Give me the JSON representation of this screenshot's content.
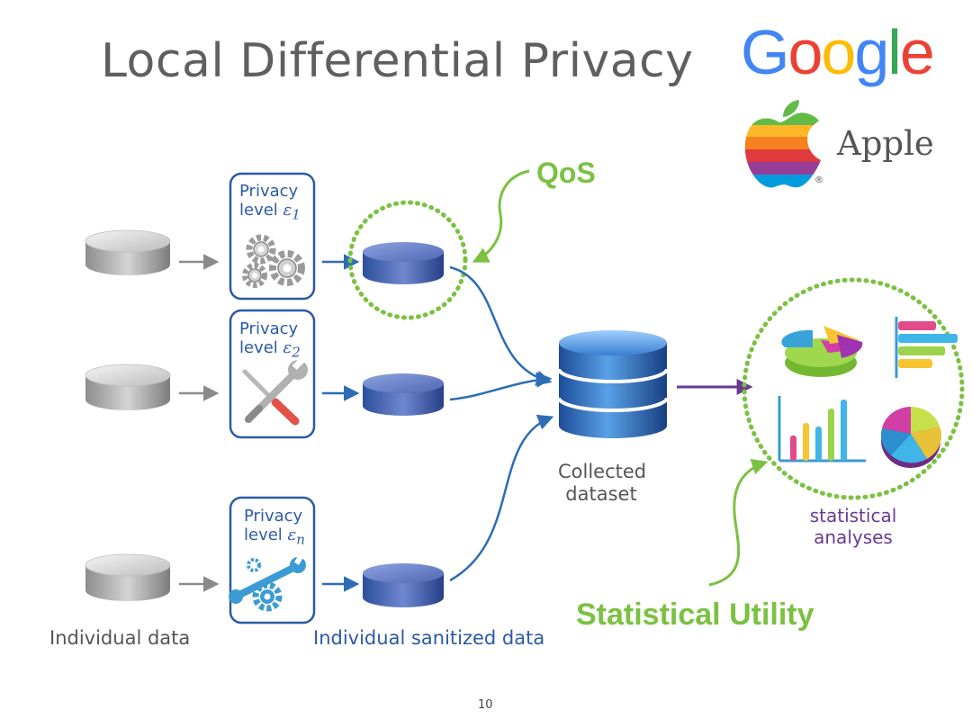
{
  "title": "Local Differential Privacy",
  "logos": {
    "google": {
      "letters": [
        "G",
        "o",
        "o",
        "g",
        "l",
        "e"
      ],
      "colors": [
        "#4285F4",
        "#EA4335",
        "#FBBC05",
        "#4285F4",
        "#34A853",
        "#EA4335"
      ]
    },
    "apple": {
      "word": "Apple",
      "registered_mark": "®",
      "stripe_colors": [
        "#61BB46",
        "#FDB827",
        "#F5821F",
        "#E03A3E",
        "#963D97",
        "#009DDC"
      ]
    }
  },
  "privacy_boxes": [
    {
      "line1": "Privacy",
      "line2": "level ",
      "epsilon": "ε",
      "subscript": "1",
      "icon": "gears-icon"
    },
    {
      "line1": "Privacy",
      "line2": "level ",
      "epsilon": "ε",
      "subscript": "2",
      "icon": "tools-icon"
    },
    {
      "line1": "Privacy",
      "line2": "level ",
      "epsilon": "ε",
      "subscript": "n",
      "icon": "wrench-gear-icon"
    }
  ],
  "labels": {
    "qos": "QoS",
    "collected_line1": "Collected",
    "collected_line2": "dataset",
    "analyses_line1": "statistical",
    "analyses_line2": "analyses",
    "statistical_utility": "Statistical Utility",
    "individual_data": "Individual data",
    "individual_sanitized": "Individual sanitized data"
  },
  "page_number": "10",
  "colors": {
    "title": "#5f5f5f",
    "box_border": "#2c5aa6",
    "blue_arrow": "#2c6db5",
    "gray_arrow": "#8a8a8a",
    "purple_arrow": "#6a3a93",
    "green": "#7bc142",
    "text_gray": "#555555"
  }
}
